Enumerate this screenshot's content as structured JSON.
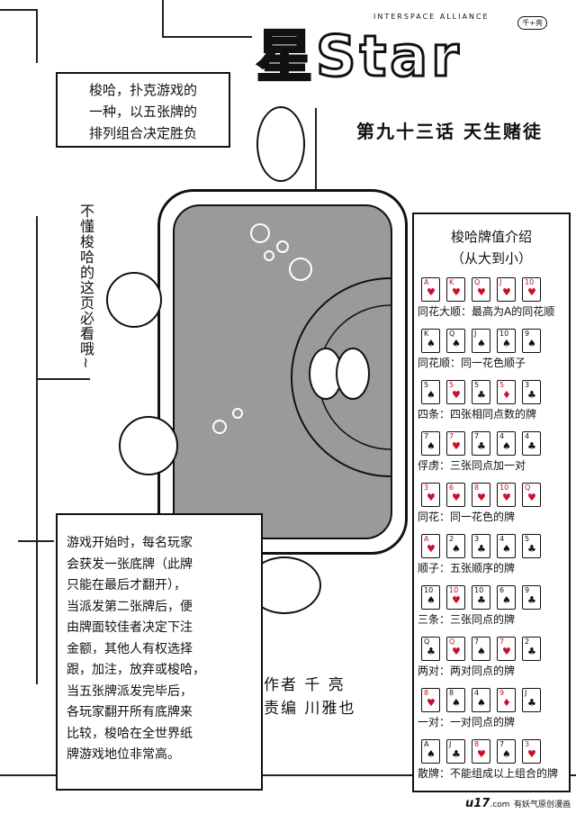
{
  "logo": {
    "title": "星Star",
    "subtitle": "INTERSPACE ALLIANCE",
    "badge": "千+亮"
  },
  "chapter_title": "第九十三话  天生赌徒",
  "definition_box": {
    "lines": [
      "梭哈，扑克游戏的",
      "一种，以五张牌的",
      "排列组合决定胜负"
    ]
  },
  "side_note": "不懂梭哈的这页必看哦~",
  "rules_box": {
    "lines": [
      "游戏开始时，每名玩家",
      "会获发一张底牌（此牌",
      "只能在最后才翻开），",
      "当派发第二张牌后，便",
      "由牌面较佳者决定下注",
      "金额，其他人有权选择",
      "跟，加注，放弃或梭哈，",
      "当五张牌派发完毕后，",
      "各玩家翻开所有底牌来",
      "比较，梭哈在全世界纸",
      "牌游戏地位非常高。"
    ]
  },
  "credits": {
    "author": "作者  千  亮",
    "editor": "责编  川雅也"
  },
  "hands_panel": {
    "title": "梭哈牌值介绍",
    "subtitle": "（从大到小）",
    "hands": [
      {
        "label": "同花大顺：最高为A的同花顺",
        "cards": [
          {
            "r": "A",
            "s": "♥"
          },
          {
            "r": "K",
            "s": "♥"
          },
          {
            "r": "Q",
            "s": "♥"
          },
          {
            "r": "J",
            "s": "♥"
          },
          {
            "r": "10",
            "s": "♥"
          }
        ]
      },
      {
        "label": "同花顺：同一花色顺子",
        "cards": [
          {
            "r": "K",
            "s": "♠"
          },
          {
            "r": "Q",
            "s": "♠"
          },
          {
            "r": "J",
            "s": "♠"
          },
          {
            "r": "10",
            "s": "♠"
          },
          {
            "r": "9",
            "s": "♠"
          }
        ]
      },
      {
        "label": "四条：四张相同点数的牌",
        "cards": [
          {
            "r": "5",
            "s": "♠"
          },
          {
            "r": "5",
            "s": "♥"
          },
          {
            "r": "5",
            "s": "♣"
          },
          {
            "r": "5",
            "s": "♦"
          },
          {
            "r": "3",
            "s": "♣"
          }
        ]
      },
      {
        "label": "俘虏：三张同点加一对",
        "cards": [
          {
            "r": "7",
            "s": "♠"
          },
          {
            "r": "7",
            "s": "♥"
          },
          {
            "r": "7",
            "s": "♣"
          },
          {
            "r": "4",
            "s": "♠"
          },
          {
            "r": "4",
            "s": "♣"
          }
        ]
      },
      {
        "label": "同花：同一花色的牌",
        "cards": [
          {
            "r": "3",
            "s": "♥"
          },
          {
            "r": "6",
            "s": "♥"
          },
          {
            "r": "8",
            "s": "♥"
          },
          {
            "r": "10",
            "s": "♥"
          },
          {
            "r": "Q",
            "s": "♥"
          }
        ]
      },
      {
        "label": "顺子：五张顺序的牌",
        "cards": [
          {
            "r": "A",
            "s": "♥"
          },
          {
            "r": "2",
            "s": "♠"
          },
          {
            "r": "3",
            "s": "♣"
          },
          {
            "r": "4",
            "s": "♠"
          },
          {
            "r": "5",
            "s": "♣"
          }
        ]
      },
      {
        "label": "三条：三张同点的牌",
        "cards": [
          {
            "r": "10",
            "s": "♠"
          },
          {
            "r": "10",
            "s": "♥"
          },
          {
            "r": "10",
            "s": "♣"
          },
          {
            "r": "6",
            "s": "♠"
          },
          {
            "r": "9",
            "s": "♣"
          }
        ]
      },
      {
        "label": "两对：两对同点的牌",
        "cards": [
          {
            "r": "Q",
            "s": "♣"
          },
          {
            "r": "Q",
            "s": "♥"
          },
          {
            "r": "7",
            "s": "♠"
          },
          {
            "r": "7",
            "s": "♥"
          },
          {
            "r": "2",
            "s": "♣"
          }
        ]
      },
      {
        "label": "一对：一对同点的牌",
        "cards": [
          {
            "r": "8",
            "s": "♥"
          },
          {
            "r": "8",
            "s": "♠"
          },
          {
            "r": "4",
            "s": "♠"
          },
          {
            "r": "9",
            "s": "♦"
          },
          {
            "r": "J",
            "s": "♣"
          }
        ]
      },
      {
        "label": "散牌：不能组成以上组合的牌",
        "cards": [
          {
            "r": "A",
            "s": "♠"
          },
          {
            "r": "J",
            "s": "♣"
          },
          {
            "r": "8",
            "s": "♥"
          },
          {
            "r": "7",
            "s": "♠"
          },
          {
            "r": "3",
            "s": "♥"
          }
        ]
      }
    ]
  },
  "watermark": {
    "text": "u17",
    "domain": ".com",
    "tagline": "有妖气原创漫画"
  }
}
